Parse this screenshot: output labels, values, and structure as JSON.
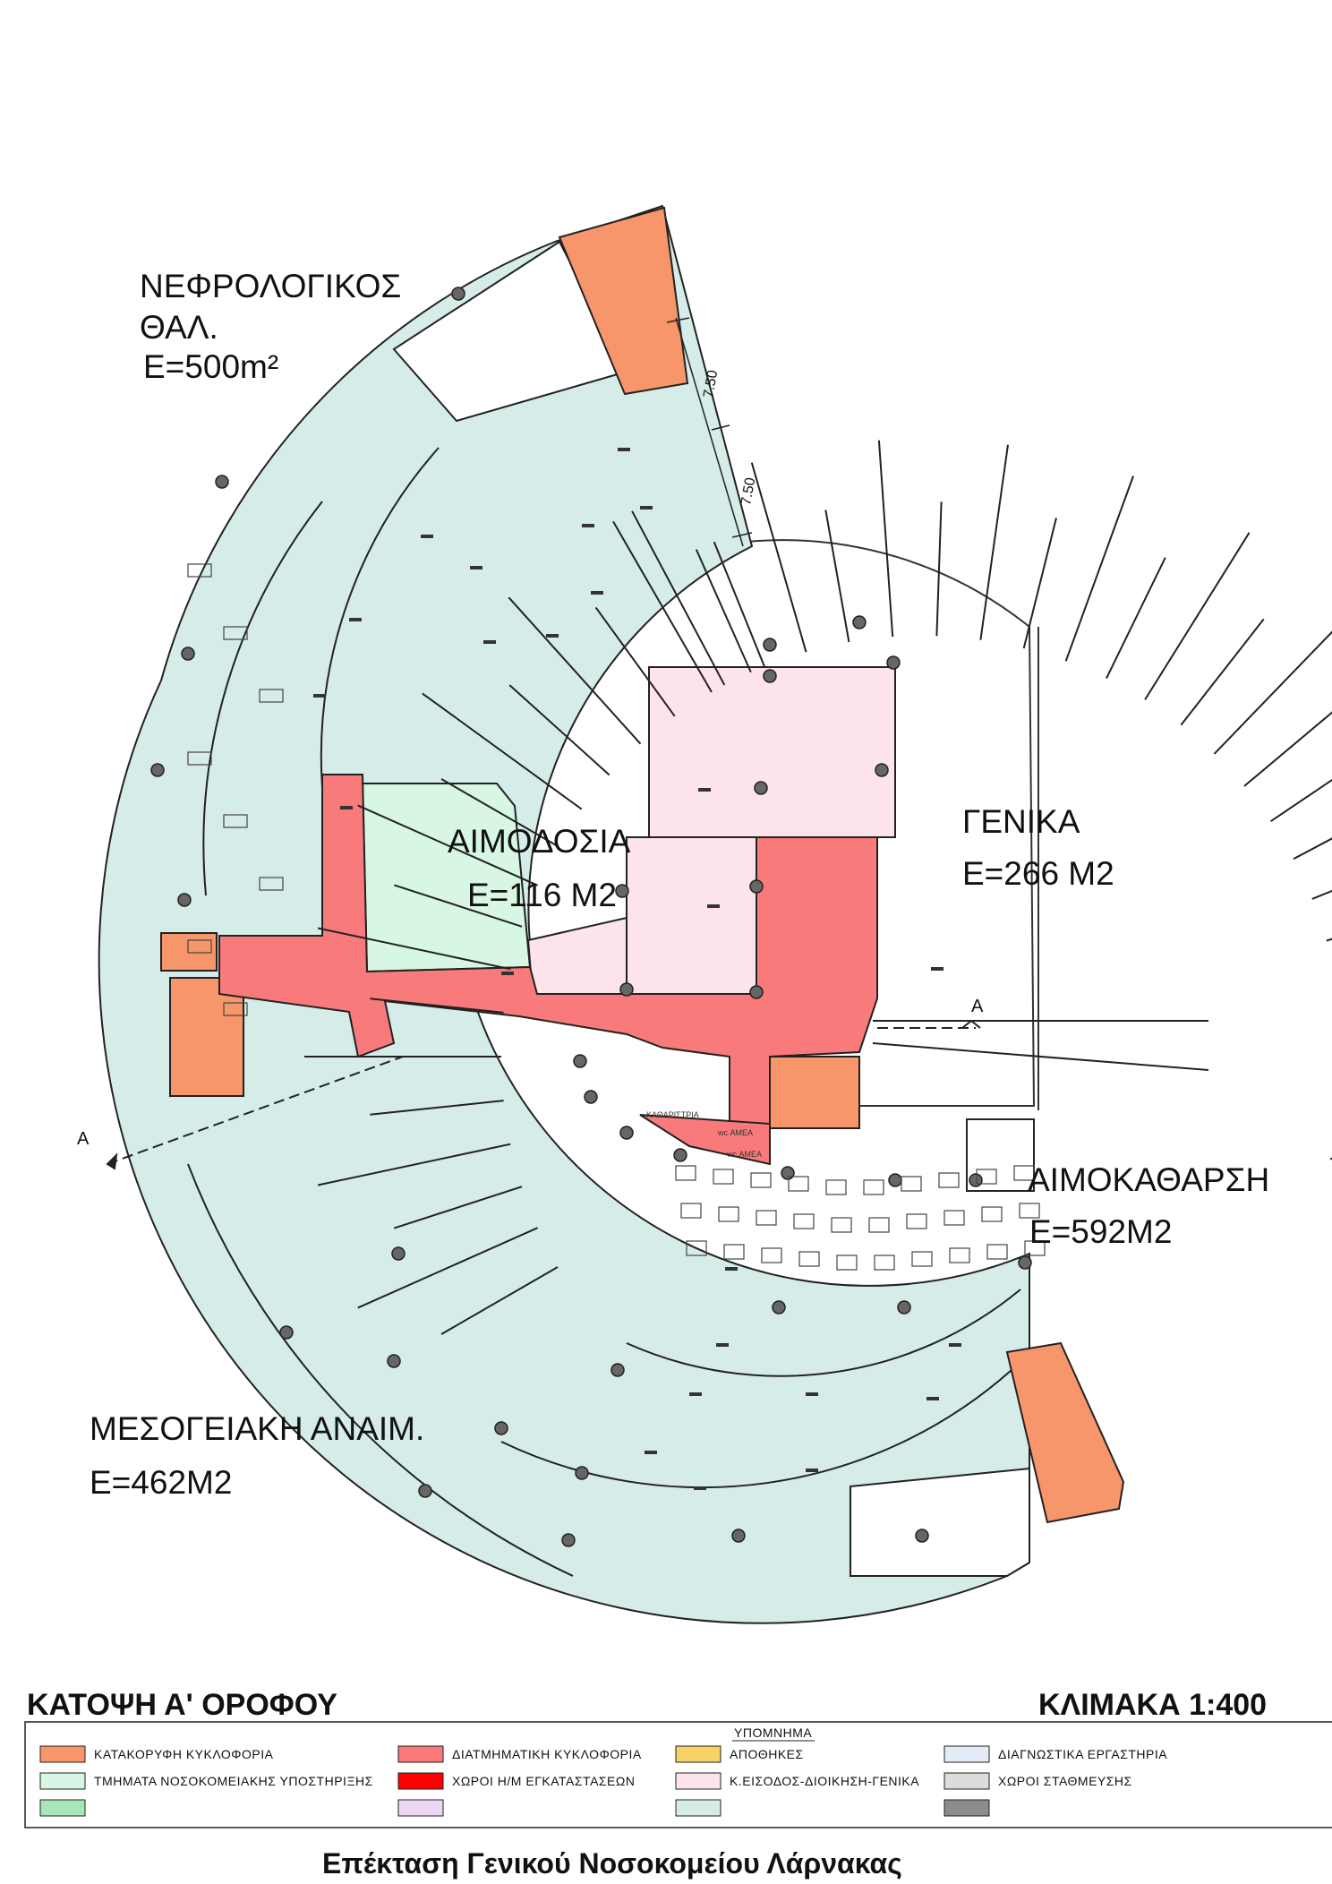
{
  "zones": {
    "nephro": {
      "name": "ΝΕΦΡΟΛΟΓΙΚΟΣ",
      "name2": "ΘΑΛ.",
      "area": "E=500m²"
    },
    "blood": {
      "name": "ΑΙΜΟΔΟΣΙΑ",
      "area": "E=116 M2"
    },
    "general": {
      "name": "ΓΕΝΙΚΑ",
      "area": "E=266 M2"
    },
    "dialysis": {
      "name": "ΑΙΜΟΚΑΘΑΡΣΗ",
      "area": "E=592M2"
    },
    "mediterranean": {
      "name": "ΜΕΣΟΓΕΙΑΚΗ ΑΝΑΙΜ.",
      "area": "E=462M2"
    }
  },
  "annotations": {
    "dim1": "7.50",
    "dim2": "7.50",
    "section_a_right": "A",
    "section_a_left": "A",
    "cleaning": "ΚΑΘΑΡΙΣΤΡΙΑ",
    "wc1": "wc ΑΜΕΑ",
    "wc2": "wc ΑΜΕΑ"
  },
  "title_block": {
    "plan_title": "ΚΑΤΟΨΗ Α' ΟΡΟΦΟΥ",
    "scale": "ΚΛΙΜΑΚΑ 1:400",
    "legend_title": "ΥΠΟΜΝΗΜΑ",
    "project": "Επέκταση Γενικού Νοσοκομείου Λάρνακας"
  },
  "legend": [
    {
      "label": "ΚΑΤΑΚΟΡΥΦΗ ΚΥΚΛΟΦΟΡΙΑ",
      "color": "#f7956b"
    },
    {
      "label": "ΔΙΑΤΜΗΜΑΤΙΚΗ ΚΥΚΛΟΦΟΡΙΑ",
      "color": "#f87a7a"
    },
    {
      "label": "ΑΠΟΘΗΚΕΣ",
      "color": "#f7d264"
    },
    {
      "label": "ΔΙΑΓΝΩΣΤΙΚΑ ΕΡΓΑΣΤΗΡΙΑ",
      "color": "#e3ebf7"
    },
    {
      "label": "ΤΜΗΜΑΤΑ ΝΟΣΟΚΟΜΕΙΑΚΗΣ ΥΠΟΣΤΗΡΙΞΗΣ",
      "color": "#d7f6e3"
    },
    {
      "label": "ΧΩΡΟΙ Η/Μ ΕΓΚΑΤΑΣΤΑΣΕΩΝ",
      "color": "#ff0000"
    },
    {
      "label": "Κ.ΕΙΣΟΔΟΣ-ΔΙΟΙΚΗΣΗ-ΓΕΝΙΚΑ",
      "color": "#fce4ea"
    },
    {
      "label": "ΧΩΡΟΙ ΣΤΑΘΜΕΥΣΗΣ",
      "color": "#dcdcdc"
    },
    {
      "label": "",
      "color": "#a6e6b7"
    },
    {
      "label": "",
      "color": "#ebd7f4"
    },
    {
      "label": "",
      "color": "#d5ece8"
    },
    {
      "label": "",
      "color": "#8c8c8c"
    }
  ],
  "colors": {
    "ward": "#d5ece8",
    "circulation": "#f87a7a",
    "vertical": "#f7956b",
    "support": "#d7f6e3",
    "admin": "#fce4ea",
    "wall": "#222222"
  }
}
